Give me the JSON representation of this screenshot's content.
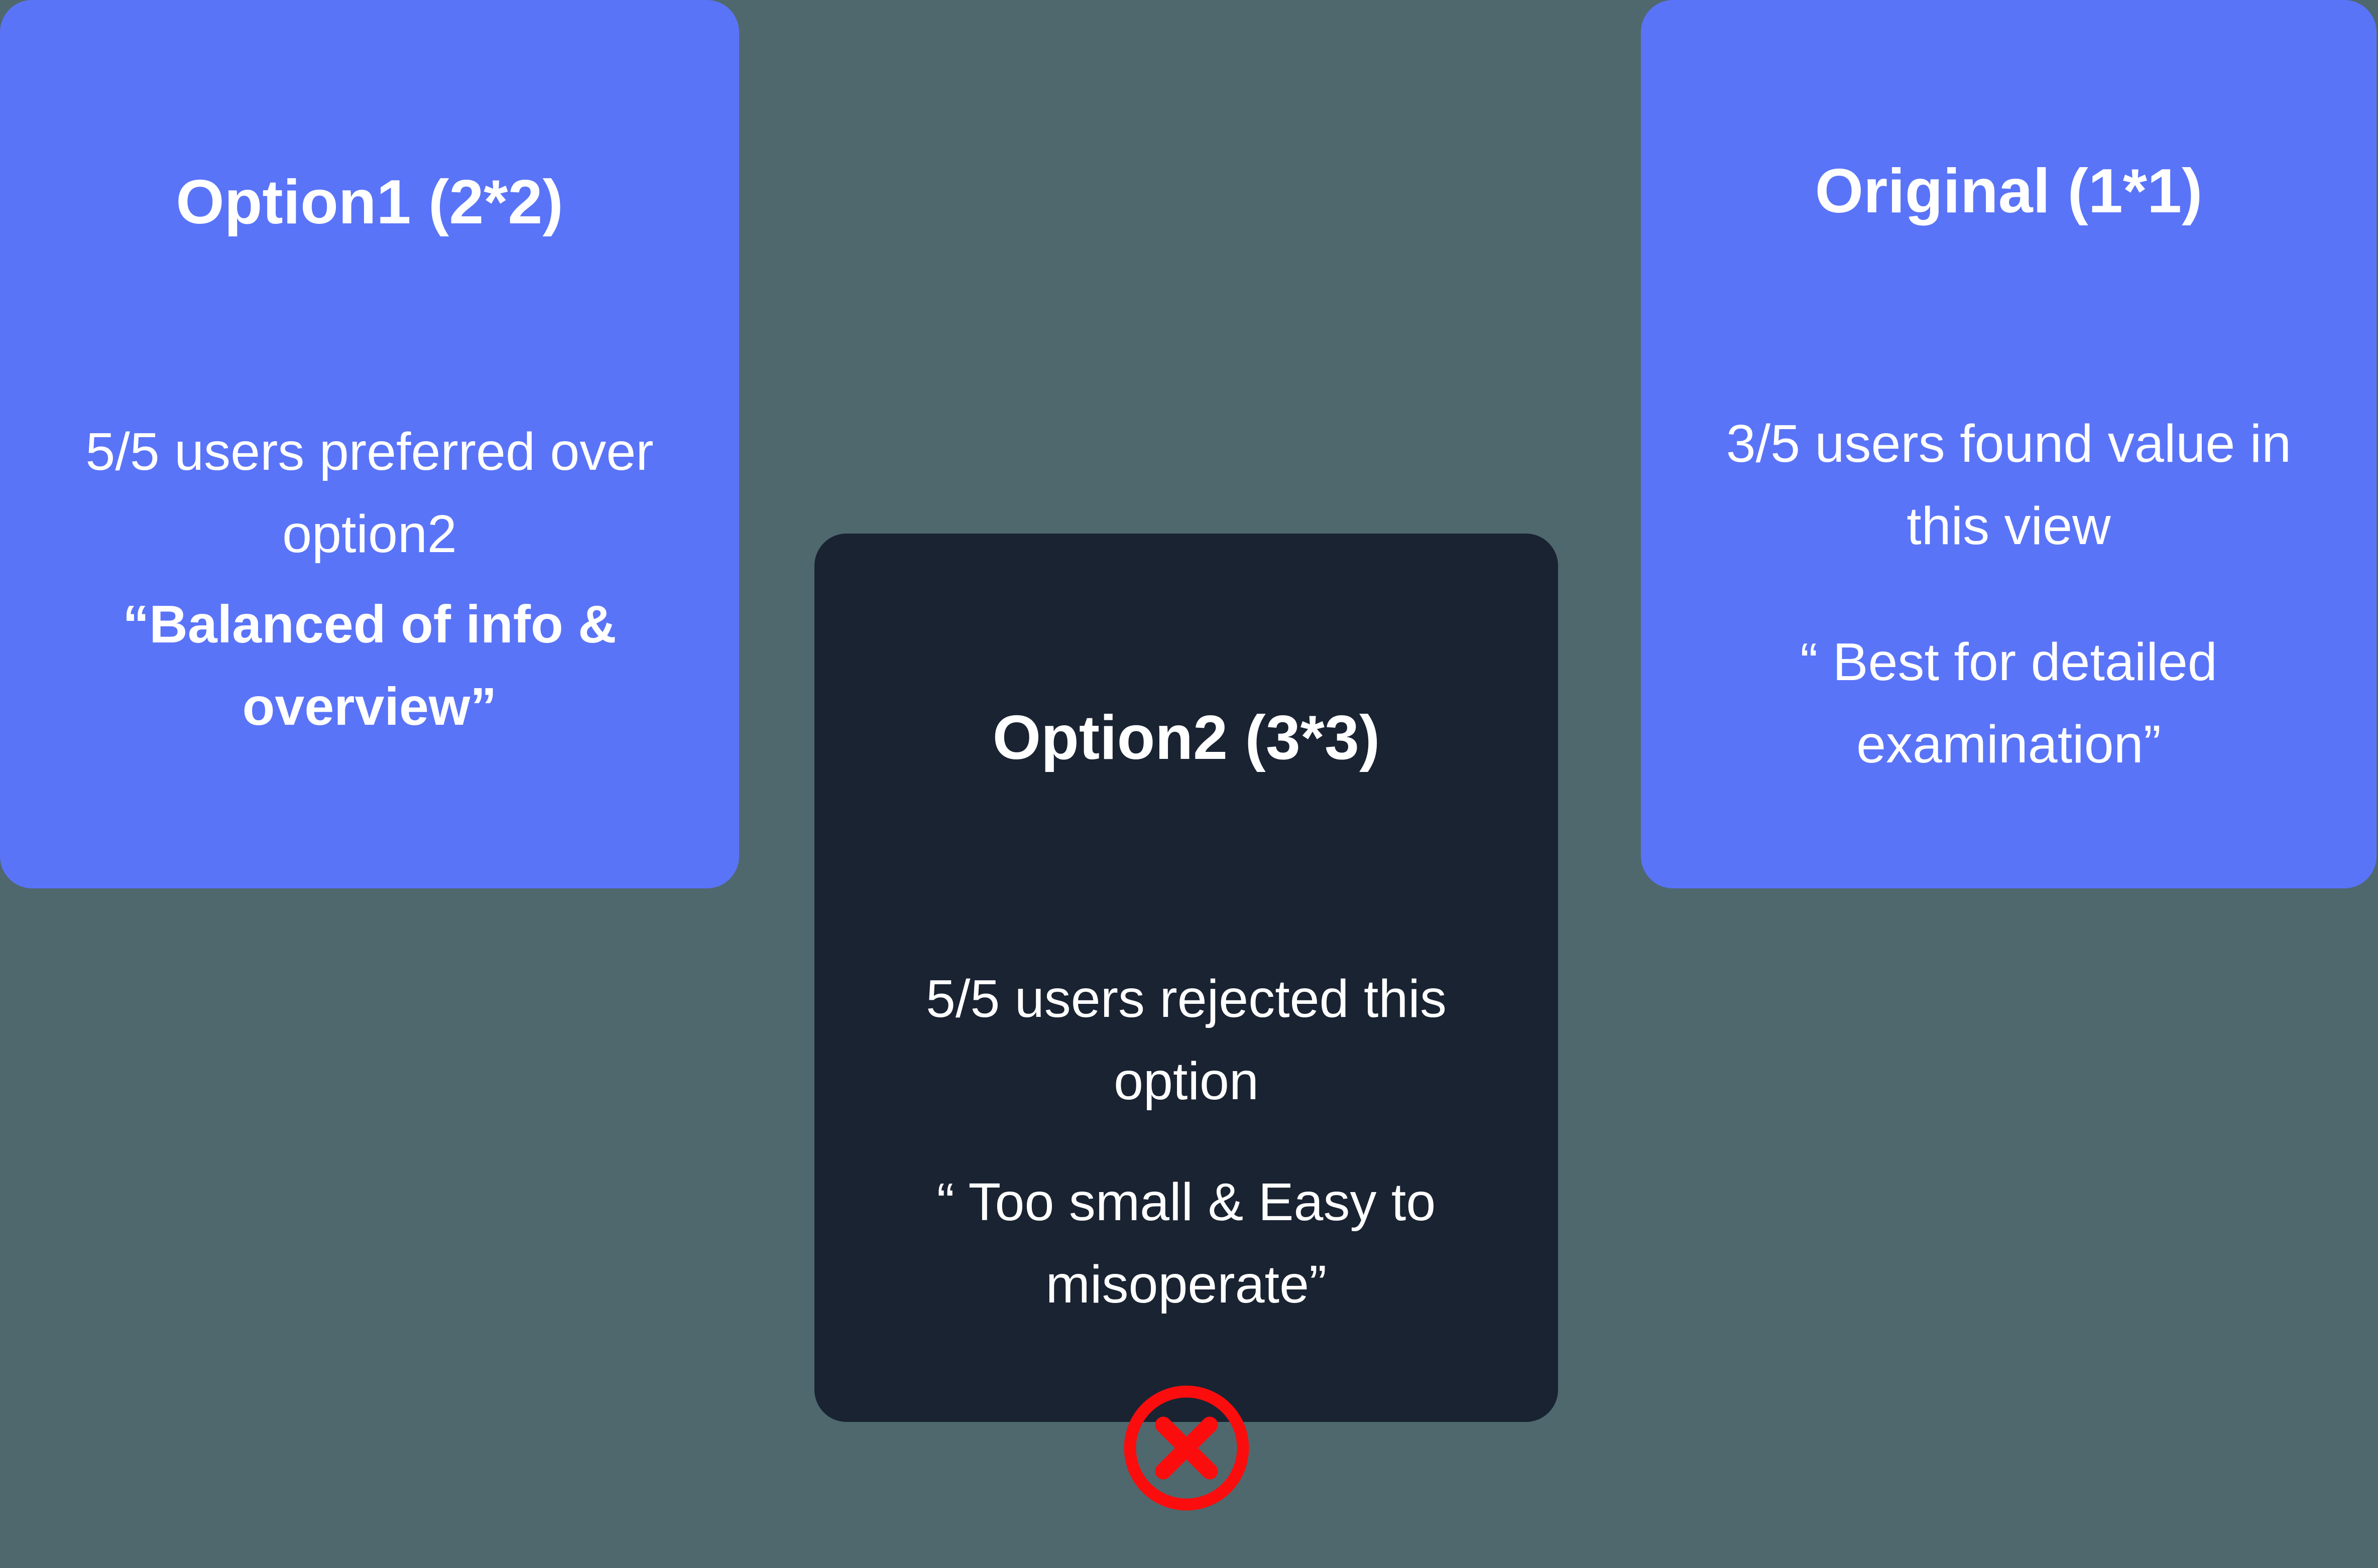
{
  "canvas": {
    "background_color": "#4E686E"
  },
  "colors": {
    "card_accent_blue": "#5A74F8",
    "card_dark_navy": "#1A2332",
    "rejected_red": "#FB0D0D",
    "text": "#FFFFFF"
  },
  "cards": [
    {
      "title": "Option1 (2*2)",
      "body": "5/5 users preferred over\noption2",
      "quote": "“Balanced of info &\noverview”"
    },
    {
      "title": "Option2 (3*3)",
      "body": "5/5 users rejected this\noption",
      "quote": "“ Too small & Easy to\nmisoperate”",
      "status_icon": "rejected-x-icon"
    },
    {
      "title": "Original (1*1)",
      "body": "3/5 users found value in\nthis view",
      "quote": "“ Best for detailed\nexamination”"
    }
  ]
}
